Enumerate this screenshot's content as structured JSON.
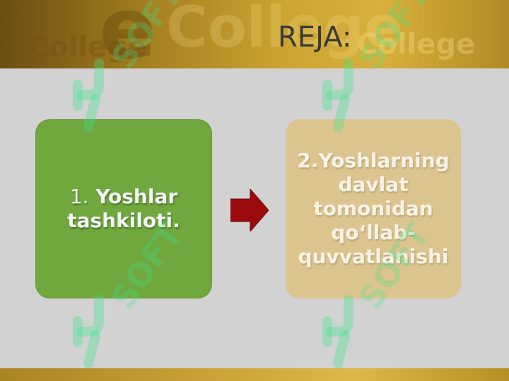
{
  "slide": {
    "title": "REJA:",
    "watermark": {
      "college": "College",
      "soft": "SOFT"
    },
    "box1": {
      "number": "1.",
      "text": "Yoshlar tashkiloti."
    },
    "box2": {
      "text": "2.Yoshlarning davlat tomonidan qo‘llab-quvvatlanishi"
    },
    "colors": {
      "background": "#d2d2d2",
      "band": "#c9a136",
      "box1": "#70a83d",
      "box2": "#dcc48e",
      "arrow": "#9c0b0b",
      "watermark": "#3ce68c"
    },
    "icons": {
      "arrow": "right-arrow-icon",
      "watermark_logo": "soft-logo-icon"
    }
  }
}
